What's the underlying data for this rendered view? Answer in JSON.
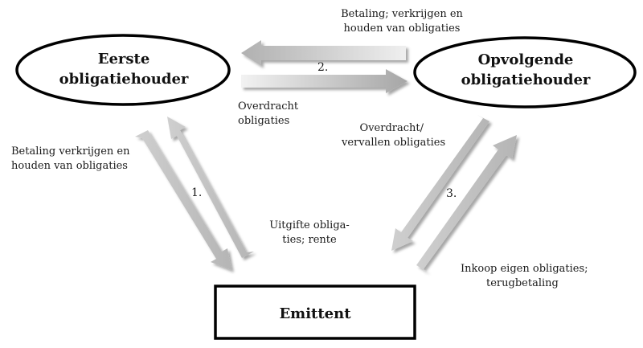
{
  "nodes": {
    "first_holder": {
      "line1": "Eerste",
      "line2": "obligatiehouder"
    },
    "next_holder": {
      "line1": "Opvolgende",
      "line2": "obligatiehouder"
    },
    "issuer": {
      "label": "Emittent"
    }
  },
  "edges": {
    "top": {
      "number": "2.",
      "payment": {
        "line1": "Betaling; verkrijgen en",
        "line2": "houden van obligaties"
      },
      "transfer": {
        "line1": "Overdracht",
        "line2": "obligaties"
      }
    },
    "left": {
      "number": "1.",
      "payment": {
        "line1": "Betaling verkrijgen en",
        "line2": "houden van obligaties"
      },
      "issue": {
        "line1": "Uitgifte obliga-",
        "line2": "ties; rente"
      }
    },
    "right": {
      "number": "3.",
      "transfer": {
        "line1": "Overdracht/",
        "line2": "vervallen obligaties"
      },
      "buyback": {
        "line1": "Inkoop eigen obligaties;",
        "line2": "terugbetaling"
      }
    }
  }
}
